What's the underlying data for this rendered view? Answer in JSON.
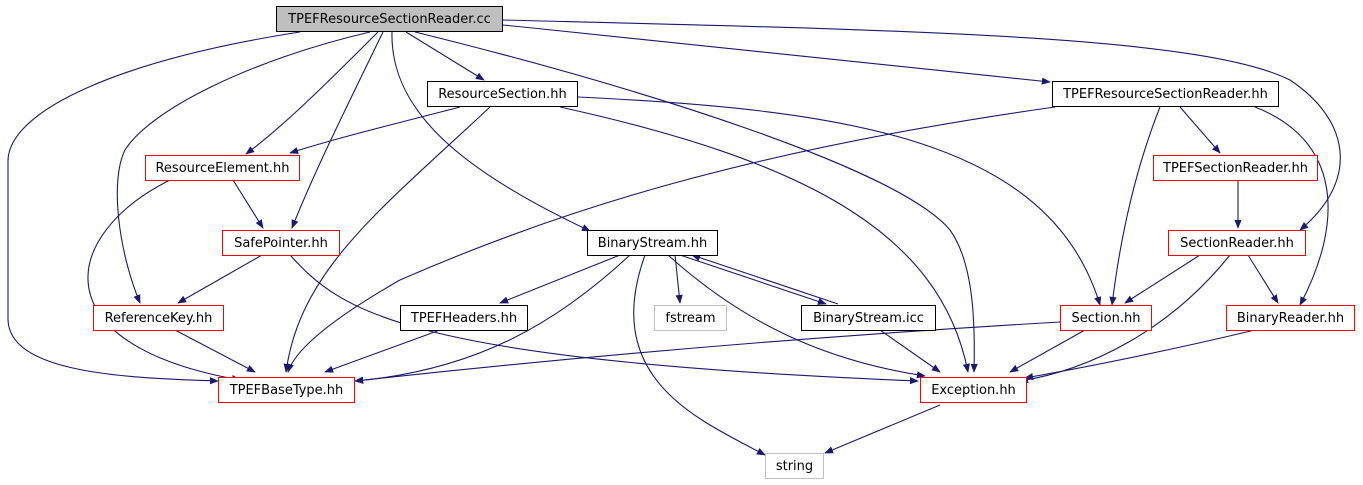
{
  "colors": {
    "edge": "#191970",
    "root_fill": "#bfbfbf",
    "plain_border": "#000000",
    "red_border": "#ff0000",
    "grey_border": "#bfbfbf"
  },
  "nodes": {
    "root": {
      "label": "TPEFResourceSectionReader.cc"
    },
    "resource_section_hh": {
      "label": "ResourceSection.hh"
    },
    "tpef_rsr_hh": {
      "label": "TPEFResourceSectionReader.hh"
    },
    "resource_element_hh": {
      "label": "ResourceElement.hh"
    },
    "tpef_section_reader_hh": {
      "label": "TPEFSectionReader.hh"
    },
    "safe_pointer_hh": {
      "label": "SafePointer.hh"
    },
    "binary_stream_hh": {
      "label": "BinaryStream.hh"
    },
    "section_reader_hh": {
      "label": "SectionReader.hh"
    },
    "reference_key_hh": {
      "label": "ReferenceKey.hh"
    },
    "tpef_headers_hh": {
      "label": "TPEFHeaders.hh"
    },
    "fstream": {
      "label": "fstream"
    },
    "binary_stream_icc": {
      "label": "BinaryStream.icc"
    },
    "section_hh": {
      "label": "Section.hh"
    },
    "binary_reader_hh": {
      "label": "BinaryReader.hh"
    },
    "tpef_base_type_hh": {
      "label": "TPEFBaseType.hh"
    },
    "exception_hh": {
      "label": "Exception.hh"
    },
    "string": {
      "label": "string"
    }
  }
}
